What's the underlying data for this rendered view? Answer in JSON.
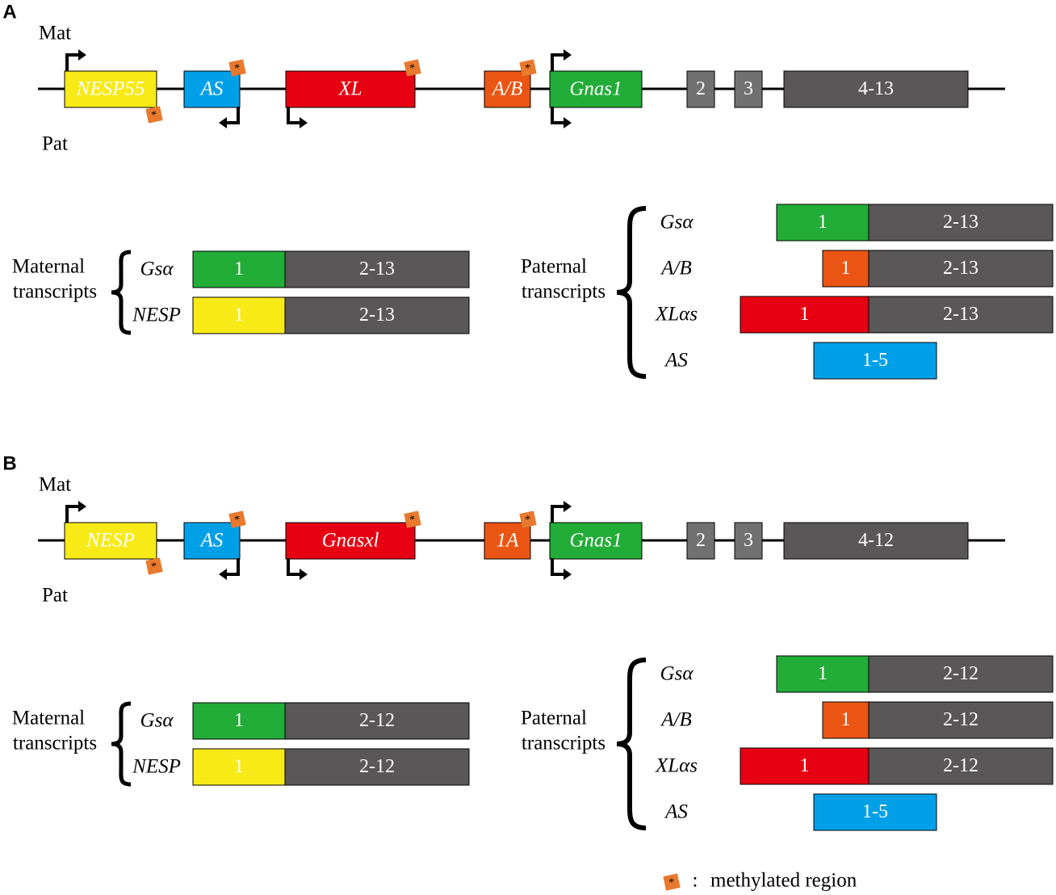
{
  "colors": {
    "yellow": "#f7ea17",
    "blue": "#00a0e9",
    "red": "#e60012",
    "orange": "#ea5514",
    "green": "#22ac38",
    "gray": "#727171",
    "darkgray": "#595757",
    "methyl": "#e8792f"
  },
  "panels": [
    {
      "letter": "A",
      "mat_label": "Mat",
      "pat_label": "Pat",
      "genes": [
        {
          "label": "NESP55",
          "color": "yellow",
          "italic": true
        },
        {
          "label": "AS",
          "color": "blue",
          "italic": true
        },
        {
          "label": "XL",
          "color": "red",
          "italic": true
        },
        {
          "label": "A/B",
          "color": "orange",
          "italic": true
        },
        {
          "label": "Gnas1",
          "color": "green",
          "italic": true
        },
        {
          "label": "2",
          "color": "gray",
          "italic": false
        },
        {
          "label": "3",
          "color": "gray",
          "italic": false
        },
        {
          "label": "4-13",
          "color": "darkgray",
          "italic": false
        }
      ],
      "maternal": {
        "title_line1": "Maternal",
        "title_line2": "transcripts",
        "rows": [
          {
            "name": "Gsα",
            "exon1": "1",
            "rest": "2-13",
            "color": "green"
          },
          {
            "name": "NESP",
            "exon1": "1",
            "rest": "2-13",
            "color": "yellow"
          }
        ]
      },
      "paternal": {
        "title_line1": "Paternal",
        "title_line2": "transcripts",
        "rows": [
          {
            "name": "Gsα",
            "exon1": "1",
            "rest": "2-13",
            "color": "green"
          },
          {
            "name": "A/B",
            "exon1": "1",
            "rest": "2-13",
            "color": "orange"
          },
          {
            "name": "XLαs",
            "exon1": "1",
            "rest": "2-13",
            "color": "red"
          },
          {
            "name": "AS",
            "exon1": "1-5",
            "rest": "",
            "color": "blue"
          }
        ]
      }
    },
    {
      "letter": "B",
      "mat_label": "Mat",
      "pat_label": "Pat",
      "genes": [
        {
          "label": "NESP",
          "color": "yellow",
          "italic": true
        },
        {
          "label": "AS",
          "color": "blue",
          "italic": true
        },
        {
          "label": "Gnasxl",
          "color": "red",
          "italic": true
        },
        {
          "label": "1A",
          "color": "orange",
          "italic": true
        },
        {
          "label": "Gnas1",
          "color": "green",
          "italic": true
        },
        {
          "label": "2",
          "color": "gray",
          "italic": false
        },
        {
          "label": "3",
          "color": "gray",
          "italic": false
        },
        {
          "label": "4-12",
          "color": "darkgray",
          "italic": false
        }
      ],
      "maternal": {
        "title_line1": "Maternal",
        "title_line2": "transcripts",
        "rows": [
          {
            "name": "Gsα",
            "exon1": "1",
            "rest": "2-12",
            "color": "green"
          },
          {
            "name": "NESP",
            "exon1": "1",
            "rest": "2-12",
            "color": "yellow"
          }
        ]
      },
      "paternal": {
        "title_line1": "Paternal",
        "title_line2": "transcripts",
        "rows": [
          {
            "name": "Gsα",
            "exon1": "1",
            "rest": "2-12",
            "color": "green"
          },
          {
            "name": "A/B",
            "exon1": "1",
            "rest": "2-12",
            "color": "orange"
          },
          {
            "name": "XLαs",
            "exon1": "1",
            "rest": "2-12",
            "color": "red"
          },
          {
            "name": "AS",
            "exon1": "1-5",
            "rest": "",
            "color": "blue"
          }
        ]
      }
    }
  ],
  "legend": {
    "separator": ":",
    "text": "methylated region"
  }
}
